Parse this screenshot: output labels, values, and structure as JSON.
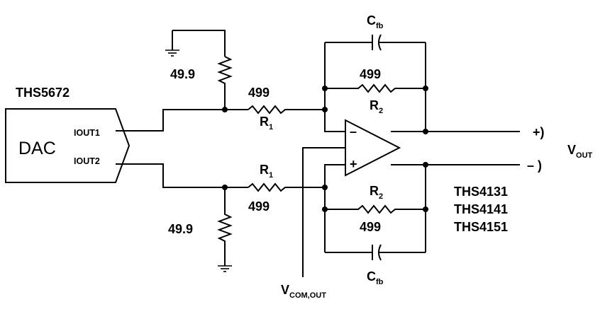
{
  "labels": {
    "dac_part": "THS5672",
    "dac_name": "DAC",
    "iout1": "IOUT1",
    "iout2": "IOUT2",
    "r_load_top": "49.9",
    "r_load_bottom": "49.9",
    "r1_top_value": "499",
    "r1_top_name": "R",
    "r1_top_sub": "1",
    "r1_bot_value": "499",
    "r1_bot_name": "R",
    "r1_bot_sub": "1",
    "r2_top_value": "499",
    "r2_top_name": "R",
    "r2_top_sub": "2",
    "r2_bot_value": "499",
    "r2_bot_name": "R",
    "r2_bot_sub": "2",
    "cfb_top_name": "C",
    "cfb_top_sub": "fb",
    "cfb_bot_name": "C",
    "cfb_bot_sub": "fb",
    "amp_minus": "–",
    "amp_plus": "+",
    "out_plus": "+)",
    "out_minus": "– )",
    "vout_name": "V",
    "vout_sub": "OUT",
    "vcom_name": "V",
    "vcom_sub": "COM,OUT",
    "opamp_parts": [
      "THS4131",
      "THS4141",
      "THS4151"
    ]
  }
}
